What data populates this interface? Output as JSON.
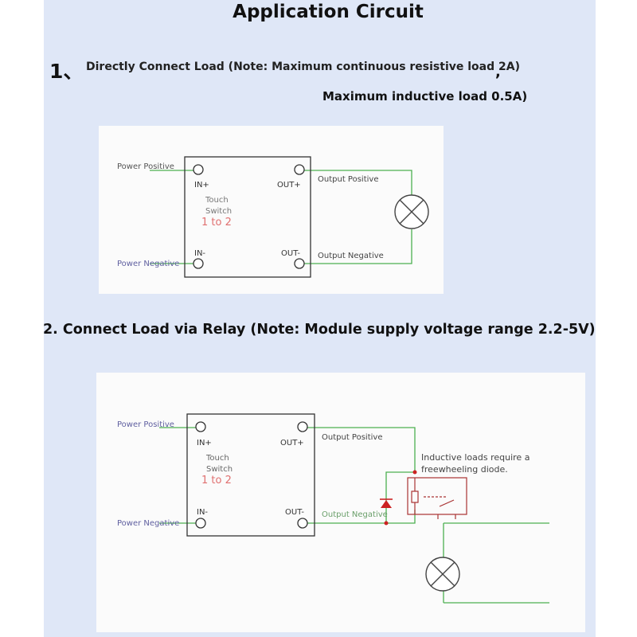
{
  "title": "Application Circuit",
  "section1": {
    "number": "1、",
    "text": "Directly Connect Load (Note: Maximum continuous resistive load 2A)",
    "comma": ",",
    "line2": "Maximum inductive load 0.5A)"
  },
  "section2": {
    "text": "2. Connect Load via Relay (Note: Module supply voltage range 2.2-5V)"
  },
  "module": {
    "in_plus": "IN+",
    "in_minus": "IN-",
    "out_plus": "OUT+",
    "out_minus": "OUT-",
    "name_line1": "Touch",
    "name_line2": "Switch",
    "ratio": "1 to 2"
  },
  "labels": {
    "power_positive": "Power Positive",
    "power_negative": "Power Negative",
    "output_positive": "Output Positive",
    "output_negative": "Output Negative",
    "diode_note_line1": "Inductive loads require a",
    "diode_note_line2": "freewheeling diode."
  },
  "colors": {
    "wire": "#4caf50",
    "box": "#333333",
    "pin_text": "#333333",
    "switch_text": "#666666",
    "ratio_text": "#e07070",
    "power_text": "#6060a0",
    "relay": "#aa3333"
  }
}
